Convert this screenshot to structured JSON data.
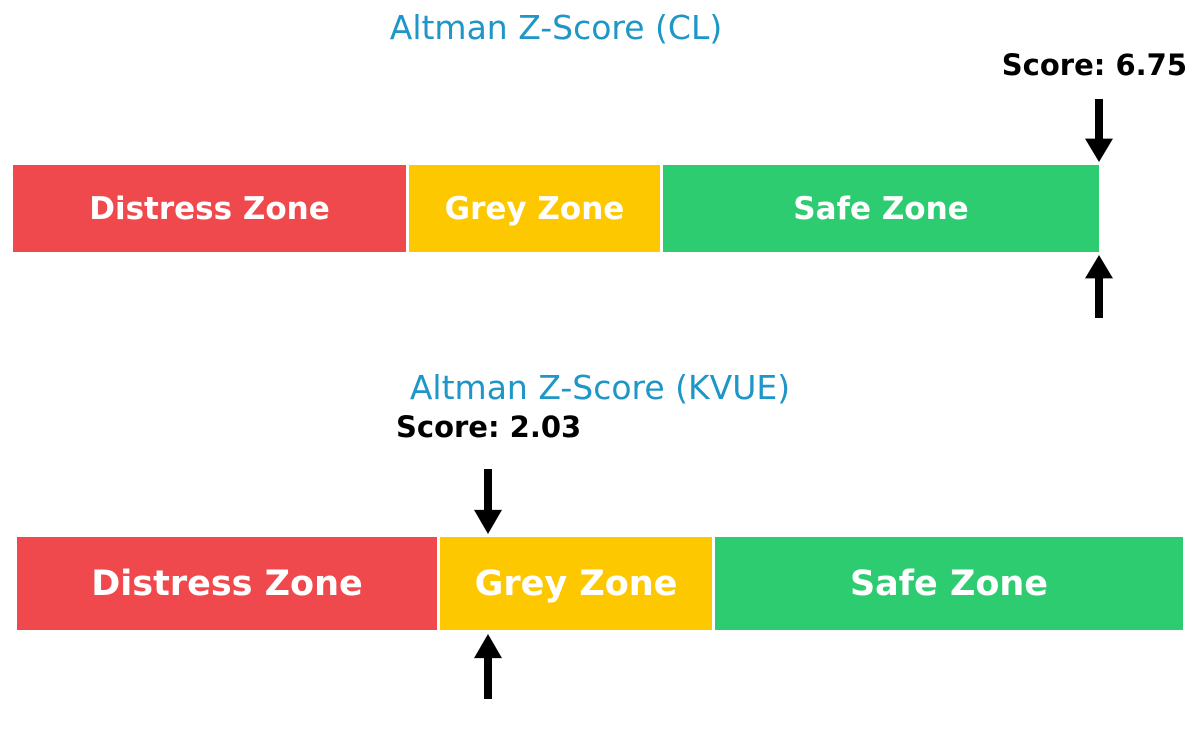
{
  "colors": {
    "background": "#ffffff",
    "title": "#1e96c8",
    "score_text": "#000000",
    "zone_label": "#ffffff",
    "arrow": "#000000",
    "distress": "#f0494d",
    "grey": "#fdc800",
    "safe": "#2ecc71"
  },
  "charts": [
    {
      "title": "Altman Z-Score (CL)",
      "score": 6.75,
      "score_text": "Score: 6.75",
      "zones": [
        {
          "label": "Distress Zone",
          "color": "#f0494d"
        },
        {
          "label": "Grey Zone",
          "color": "#fdc800"
        },
        {
          "label": "Safe Zone",
          "color": "#2ecc71"
        }
      ]
    },
    {
      "title": "Altman Z-Score (KVUE)",
      "score": 2.03,
      "score_text": "Score: 2.03",
      "zones": [
        {
          "label": "Distress Zone",
          "color": "#f0494d"
        },
        {
          "label": "Grey Zone",
          "color": "#fdc800"
        },
        {
          "label": "Safe Zone",
          "color": "#2ecc71"
        }
      ]
    }
  ],
  "chart_data": [
    {
      "type": "bar",
      "orientation": "horizontal",
      "title": "Altman Z-Score (CL)",
      "categories": [
        "Distress Zone",
        "Grey Zone",
        "Safe Zone"
      ],
      "zone_colors": [
        "#f0494d",
        "#fdc800",
        "#2ecc71"
      ],
      "zone_width_fractions": [
        0.36,
        0.23,
        0.41
      ],
      "score": 6.75,
      "score_annotation": "Score: 6.75",
      "score_marker": "double-arrow",
      "score_marker_x_fraction": 1.0,
      "legend": "none",
      "grid": false
    },
    {
      "type": "bar",
      "orientation": "horizontal",
      "title": "Altman Z-Score (KVUE)",
      "categories": [
        "Distress Zone",
        "Grey Zone",
        "Safe Zone"
      ],
      "zone_colors": [
        "#f0494d",
        "#fdc800",
        "#2ecc71"
      ],
      "zone_width_fractions": [
        0.36,
        0.23,
        0.41
      ],
      "score": 2.03,
      "score_annotation": "Score: 2.03",
      "score_marker": "double-arrow",
      "score_marker_x_fraction": 0.4,
      "legend": "none",
      "grid": false
    }
  ]
}
